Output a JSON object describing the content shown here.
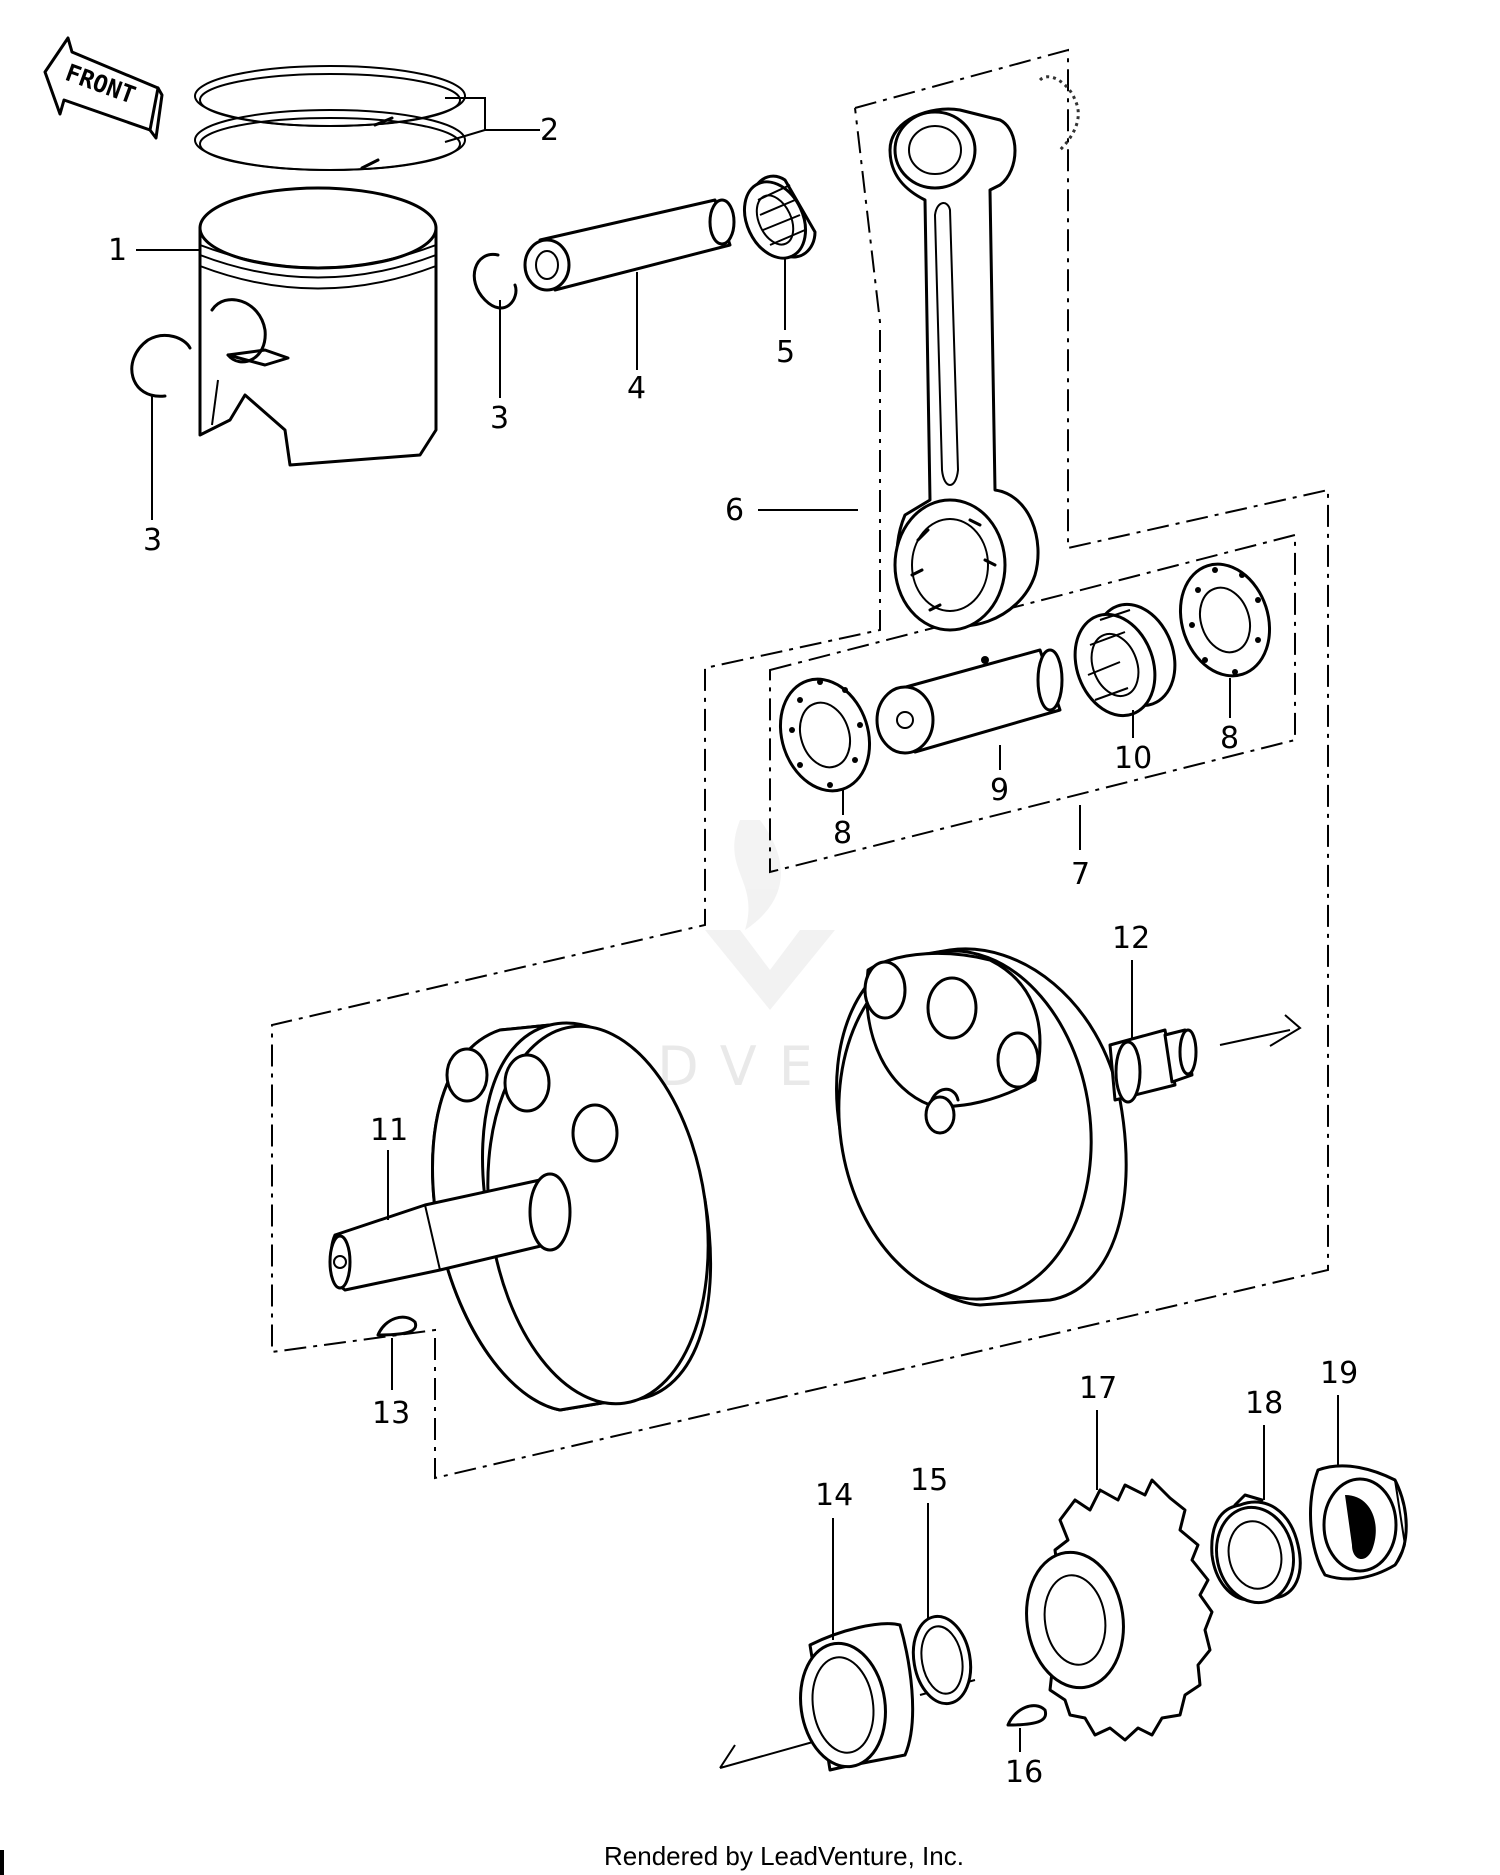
{
  "front_label": "FRONT",
  "watermark": "LEADVENTURE",
  "footer": "Rendered by LeadVenture, Inc.",
  "callouts": {
    "n1": "1",
    "n2": "2",
    "n3a": "3",
    "n3b": "3",
    "n4": "4",
    "n5": "5",
    "n6": "6",
    "n7": "7",
    "n8a": "8",
    "n8b": "8",
    "n9": "9",
    "n10": "10",
    "n11": "11",
    "n12": "12",
    "n13": "13",
    "n14": "14",
    "n15": "15",
    "n16": "16",
    "n17": "17",
    "n18": "18",
    "n19": "19"
  }
}
